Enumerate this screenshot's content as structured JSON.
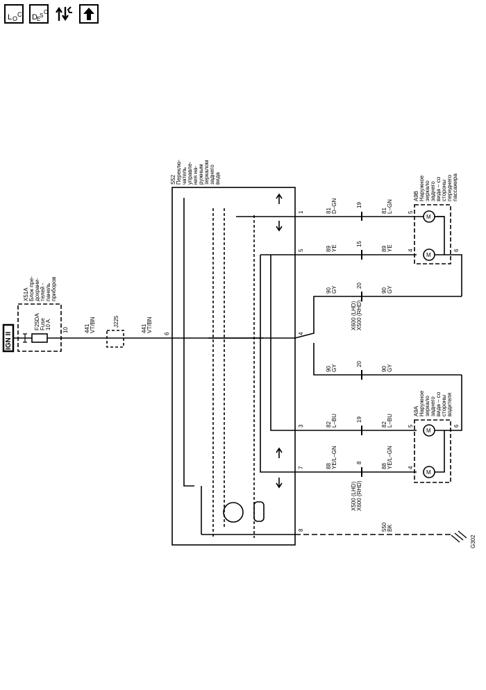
{
  "toolbar": {
    "loc": {
      "l": "L",
      "o": "O",
      "c": "C"
    },
    "desc": {
      "d": "D",
      "e": "E",
      "s": "S",
      "c": "C"
    }
  },
  "diagram": {
    "ign": "IGN II",
    "fuse_block_id": "X51A",
    "fuse_block_desc": [
      "Блок пре-",
      "дохрани-",
      "телей -",
      "панель",
      "приборов"
    ],
    "fuse": [
      "F25DA",
      "Fuse",
      "10 A"
    ],
    "fuse_pin": "10",
    "wire_441a": [
      "441",
      "VT/BN"
    ],
    "jumper": "J225",
    "wire_441b": [
      "441",
      "VT/BN"
    ],
    "switch_pin_in": "6",
    "switch_id": "S52",
    "switch_desc": [
      "Переклю-",
      "чатель",
      "управле-",
      "ния на-",
      "ружным",
      "зеркалом",
      "заднего",
      "вида"
    ],
    "pins": {
      "p1": "1",
      "p5": "5",
      "p4": "4",
      "p3": "3",
      "p7": "7",
      "p8": "8"
    },
    "wires": {
      "w81": [
        "81",
        "D–GN"
      ],
      "w89": [
        "89",
        "YE"
      ],
      "w90a": [
        "90",
        "GY"
      ],
      "w90b": [
        "90",
        "GY"
      ],
      "w82": [
        "82",
        "L–BU"
      ],
      "w88": [
        "88",
        "YE/L–GN"
      ],
      "w550": [
        "550",
        "BK"
      ]
    },
    "wires_right": {
      "w81": [
        "81",
        "L–GN"
      ],
      "w89": [
        "89",
        "YE"
      ],
      "w90a": [
        "90",
        "GY"
      ],
      "w90b": [
        "90",
        "GY"
      ],
      "w82": [
        "82",
        "L–BU"
      ],
      "w88": [
        "88",
        "YE/L–GN"
      ]
    },
    "conn_pins": {
      "c19a": "19",
      "c15": "15",
      "c20a": "20",
      "c20b": "20",
      "c19b": "19",
      "c8": "8"
    },
    "x600_top": [
      "X600 (LHD)",
      "X500 (RHD)"
    ],
    "x500_bottom": [
      "X500 (LHD)",
      "X600 (RHD)"
    ],
    "a9b_id": "A9B",
    "a9b_desc": [
      "Наружное",
      "зеркало",
      "заднего",
      "вида – со",
      "стороны",
      "переднего",
      "пассажира"
    ],
    "a9a_id": "A9A",
    "a9a_desc": [
      "Наружное",
      "зеркало",
      "заднего",
      "вида – со",
      "стороны",
      "водителя"
    ],
    "motor": "M",
    "mirror_pins": {
      "top_5": "5",
      "top_4": "4",
      "top_6": "6",
      "bot_5": "5",
      "bot_4": "4",
      "bot_6": "6"
    },
    "ground": "G302"
  }
}
